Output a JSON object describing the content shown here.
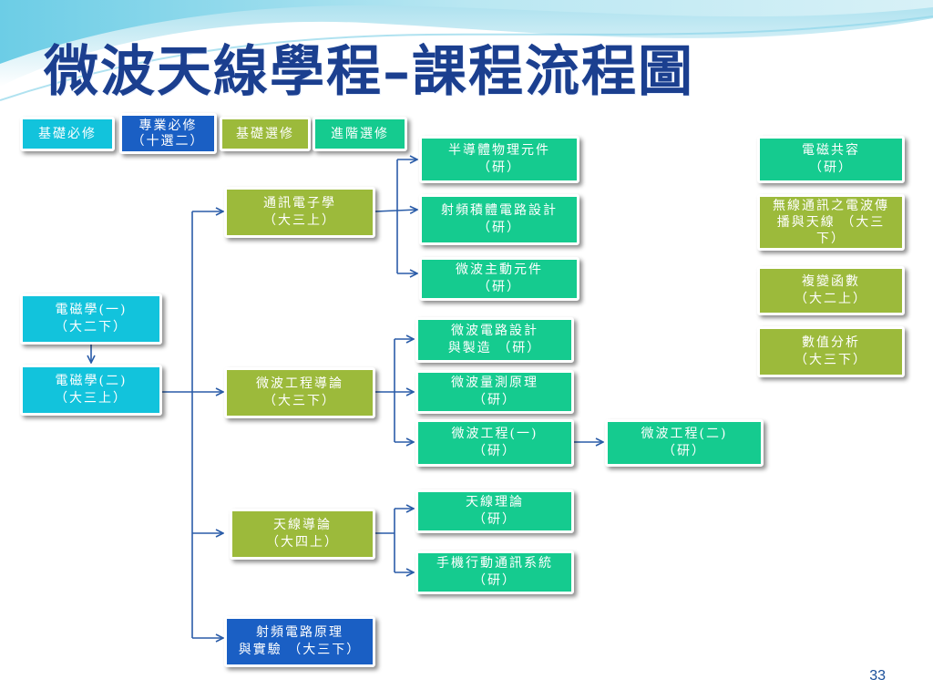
{
  "slide": {
    "title": "微波天線學程–課程流程圖",
    "page_number": "33"
  },
  "legend": [
    {
      "lines": [
        "基礎必修"
      ]
    },
    {
      "lines": [
        "專業必修",
        "（十選二）"
      ]
    },
    {
      "lines": [
        "基礎選修"
      ]
    },
    {
      "lines": [
        "進階選修"
      ]
    }
  ],
  "courses": {
    "em1": [
      "電磁學(一)",
      "（大二下）"
    ],
    "em2": [
      "電磁學(二)",
      "（大三上）"
    ],
    "comm_elec": [
      "通訊電子學",
      "（大三上）"
    ],
    "mw_eng_intro": [
      "微波工程導論",
      "（大三下）"
    ],
    "antenna_intro": [
      "天線導論",
      "（大四上）"
    ],
    "rf_circuit": [
      "射頻電路原理",
      "與實驗 （大三下）"
    ],
    "semi_phys": [
      "半導體物理元件",
      "（研）"
    ],
    "rfic": [
      "射頻積體電路設計",
      "（研）"
    ],
    "mw_active": [
      "微波主動元件",
      "（研）"
    ],
    "mw_circuit": [
      "微波電路設計",
      "與製造 （研）"
    ],
    "mw_measure": [
      "微波量測原理",
      "（研）"
    ],
    "mw_eng1": [
      "微波工程(一)",
      "（研）"
    ],
    "mw_eng2": [
      "微波工程(二)",
      "（研）"
    ],
    "antenna_theory": [
      "天線理論",
      "（研）"
    ],
    "mobile_comm": [
      "手機行動通訊系統",
      "（研）"
    ],
    "emc": [
      "電磁共容",
      "（研）"
    ],
    "wireless_prop": [
      "無線通訊之電波傳",
      "播與天線 （大三",
      "下）"
    ],
    "complex_var": [
      "複變函數",
      "（大二上）"
    ],
    "numerical": [
      "數值分析",
      "（大三下）"
    ]
  }
}
